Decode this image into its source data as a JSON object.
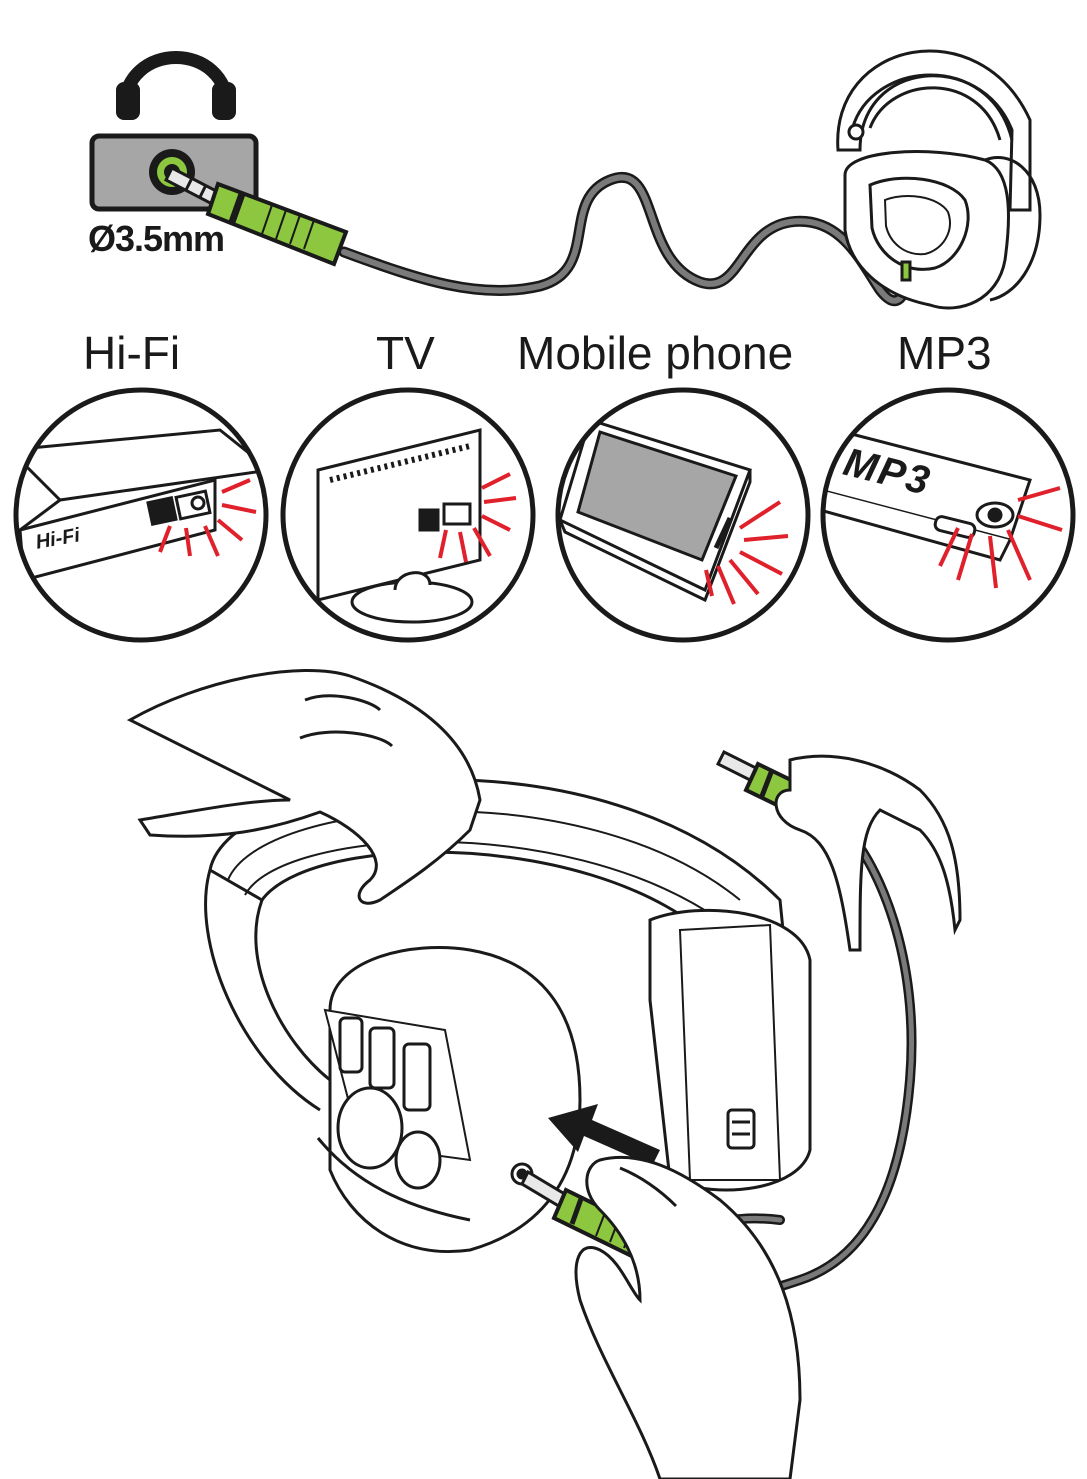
{
  "connector": {
    "size_label": "Ø3.5mm",
    "jack_icon": "headphone-jack-icon",
    "plug_color": "#8dc63f"
  },
  "devices": [
    {
      "label": "Hi-Fi",
      "icon": "hifi-amplifier-icon"
    },
    {
      "label": "TV",
      "icon": "television-icon"
    },
    {
      "label": "Mobile phone",
      "icon": "mobile-phone-icon"
    },
    {
      "label": "MP3",
      "icon": "mp3-player-icon"
    }
  ],
  "device_markings": {
    "hifi": "Hi-Fi",
    "mp3": "MP3"
  },
  "colors": {
    "plug_green": "#8dc63f",
    "signal_red": "#e0202a",
    "cable_grey": "#7a7a7a",
    "panel_grey": "#a6a6a6",
    "line": "#1a1a1a"
  }
}
